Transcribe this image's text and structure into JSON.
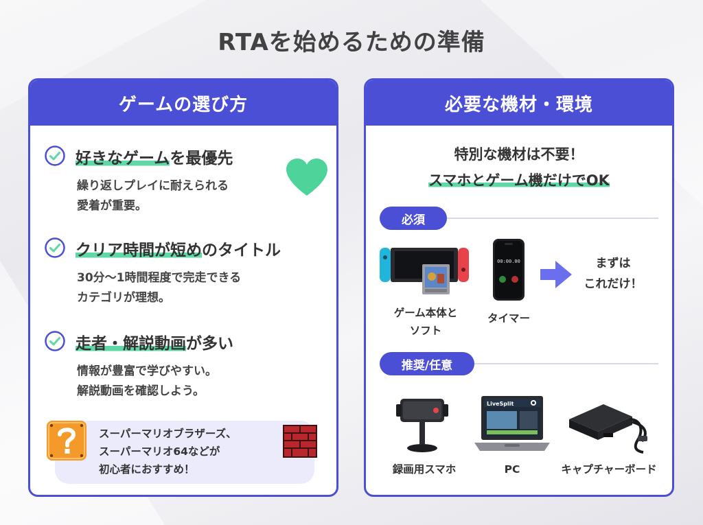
{
  "title": "RTAを始めるための準備",
  "left_panel": {
    "header": "ゲームの選び方",
    "items": [
      {
        "heading_hl": "好きなゲーム",
        "heading_rest": "を最優先",
        "desc_1": "繰り返しプレイに耐えられる",
        "desc_2": "愛着が重要。"
      },
      {
        "heading_hl": "クリア時間が短め",
        "heading_rest": "のタイトル",
        "desc_1": "30分〜1時間程度で完走できる",
        "desc_2": "カテゴリが理想。"
      },
      {
        "heading_hl": "走者・解説動画",
        "heading_rest": "が多い",
        "desc_1": "情報が豊富で学びやすい。",
        "desc_2": "解説動画を確認しよう。"
      }
    ],
    "note": {
      "line_1": "スーパーマリオブラザーズ、",
      "line_2": "スーパーマリオ64などが",
      "line_3": "初心者におすすめ！"
    }
  },
  "right_panel": {
    "header": "必要な機材・環境",
    "intro_1": "特別な機材は不要！",
    "intro_2": "スマホとゲーム機だけでOK",
    "required": {
      "pill": "必須",
      "device_1_line_1": "ゲーム本体と",
      "device_1_line_2": "ソフト",
      "device_2": "タイマー",
      "callout_1": "まずは",
      "callout_2": "これだけ！",
      "timer_display": "00:00.00"
    },
    "recommended": {
      "pill": "推奨/任意",
      "device_1": "録画用スマホ",
      "device_2": "PC",
      "device_3": "キャプチャーボード",
      "pc_app": "LiveSplit"
    }
  },
  "colors": {
    "accent": "#4b4fd6",
    "highlight": "#5fd8a6",
    "heart": "#4ed39a",
    "note_bg": "#ecebfb",
    "switch_red": "#e8434b",
    "switch_blue": "#22b5dc"
  }
}
